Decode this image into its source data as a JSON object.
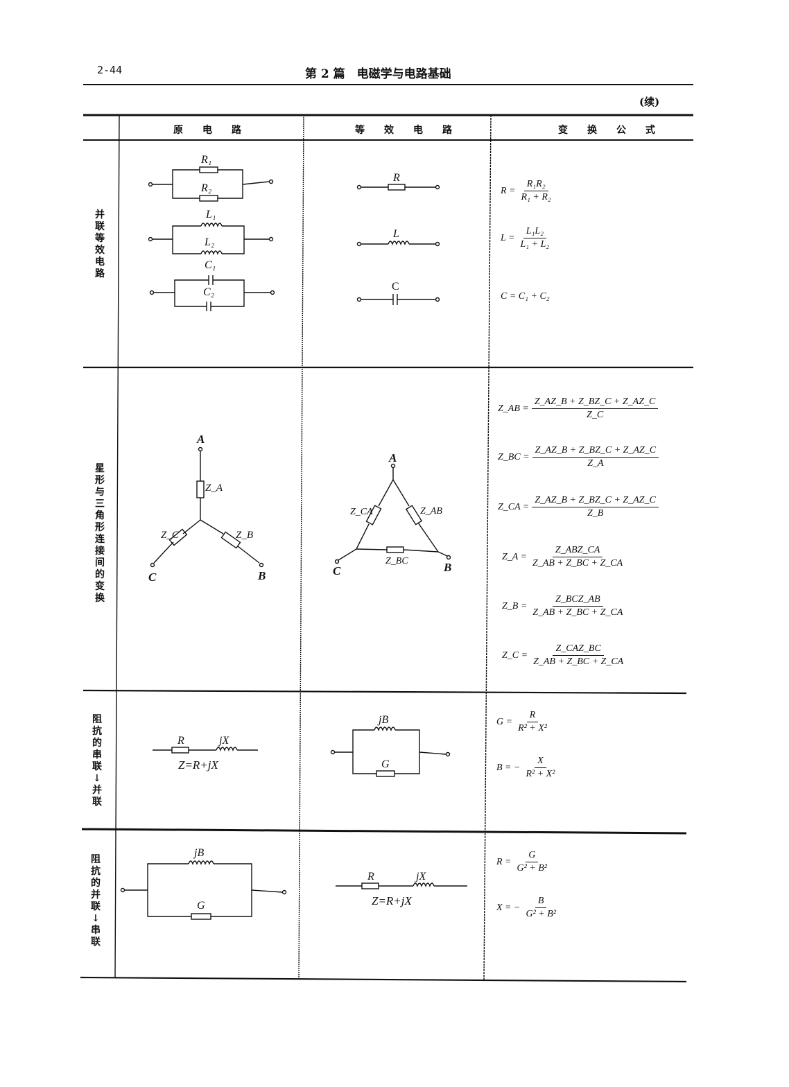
{
  "header": {
    "page_number": "2-44",
    "chapter": "第 2 篇　电磁学与电路基础",
    "continued": "(续)"
  },
  "columns": {
    "original": "原电路",
    "equivalent": "等效电路",
    "formula": "变换公式"
  },
  "rows": [
    {
      "label": "并联等效电路",
      "formulas": [
        {
          "lhs": "R =",
          "num": "R₁R₂",
          "den": "R₁ + R₂"
        },
        {
          "lhs": "L =",
          "num": "L₁L₂",
          "den": "L₁ + L₂"
        },
        {
          "inline": "C = C₁ + C₂"
        }
      ],
      "original_labels": [
        "R₁",
        "R₂",
        "L₁",
        "L₂",
        "C₁",
        "C₂"
      ],
      "equivalent_labels": [
        "R",
        "L",
        "C"
      ]
    },
    {
      "label": "星形与三角形连接间的变换",
      "formulas": [
        {
          "lhs": "Z_AB =",
          "num": "Z_AZ_B + Z_BZ_C + Z_AZ_C",
          "den": "Z_C"
        },
        {
          "lhs": "Z_BC =",
          "num": "Z_AZ_B + Z_BZ_C + Z_AZ_C",
          "den": "Z_A"
        },
        {
          "lhs": "Z_CA =",
          "num": "Z_AZ_B + Z_BZ_C + Z_AZ_C",
          "den": "Z_B"
        },
        {
          "lhs": "Z_A =",
          "num": "Z_ABZ_CA",
          "den": "Z_AB + Z_BC + Z_CA"
        },
        {
          "lhs": "Z_B =",
          "num": "Z_BCZ_AB",
          "den": "Z_AB + Z_BC + Z_CA"
        },
        {
          "lhs": "Z_C =",
          "num": "Z_CAZ_BC",
          "den": "Z_AB + Z_BC + Z_CA"
        }
      ],
      "star_labels": {
        "a": "A",
        "b": "B",
        "c": "C",
        "za": "Z_A",
        "zb": "Z_B",
        "zc": "Z_C"
      },
      "delta_labels": {
        "a": "A",
        "b": "B",
        "c": "C",
        "zab": "Z_AB",
        "zbc": "Z_BC",
        "zca": "Z_CA"
      }
    },
    {
      "label": "阻抗的串联↓并联",
      "formulas": [
        {
          "lhs": "G =",
          "num": "R",
          "den": "R² + X²"
        },
        {
          "lhs": "B = −",
          "num": "X",
          "den": "R² + X²"
        }
      ],
      "original_labels": {
        "r": "R",
        "x": "jX",
        "eq": "Z=R+jX"
      },
      "equivalent_labels": {
        "b": "jB",
        "g": "G"
      }
    },
    {
      "label": "阻抗的并联↓串联",
      "formulas": [
        {
          "lhs": "R =",
          "num": "G",
          "den": "G² + B²"
        },
        {
          "lhs": "X = −",
          "num": "B",
          "den": "G² + B²"
        }
      ],
      "original_labels": {
        "b": "jB",
        "g": "G"
      },
      "equivalent_labels": {
        "r": "R",
        "x": "jX",
        "eq": "Z=R+jX"
      }
    }
  ]
}
